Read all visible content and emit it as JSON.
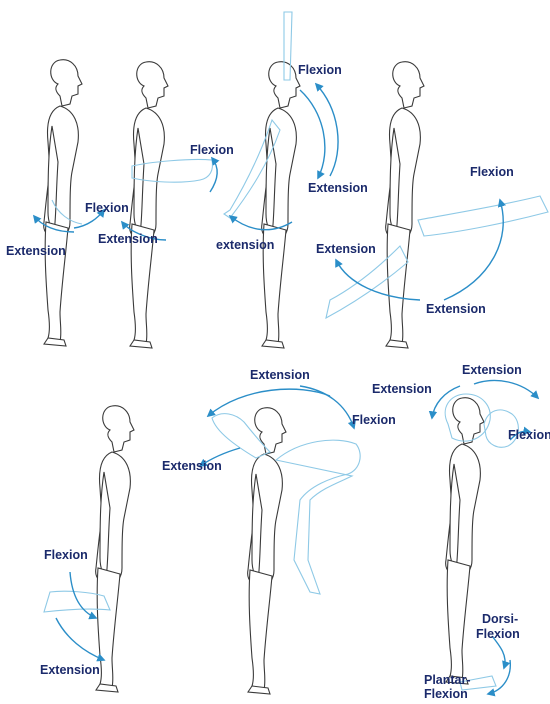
{
  "colors": {
    "label": "#1b2a6b",
    "arrow": "#2b8ec8",
    "ghost": "#8ec9e6",
    "outline": "#3a3a3a"
  },
  "labels": {
    "f1_flexion": "Flexion",
    "f1_extension": "Extension",
    "f2_flexion": "Flexion",
    "f2_extension": "Extension",
    "f3_flexion": "Flexion",
    "f3_extension_up": "Extension",
    "f3_extension_low": "extension",
    "f4_flexion": "Flexion",
    "f4_extension_left": "Extension",
    "f4_extension_bottom": "Extension",
    "f5_flexion": "Flexion",
    "f5_extension": "Extension",
    "f6_extension_top": "Extension",
    "f6_flexion": "Flexion",
    "f6_extension_left": "Extension",
    "f7_extension_top": "Extension",
    "f7_extension_left": "Extension",
    "f7_flexion": "Flexion",
    "f7_dorsi_1": "Dorsi-",
    "f7_dorsi_2": "Flexion",
    "f7_plantar_1": "Plantar-",
    "f7_plantar_2": "Flexion"
  }
}
